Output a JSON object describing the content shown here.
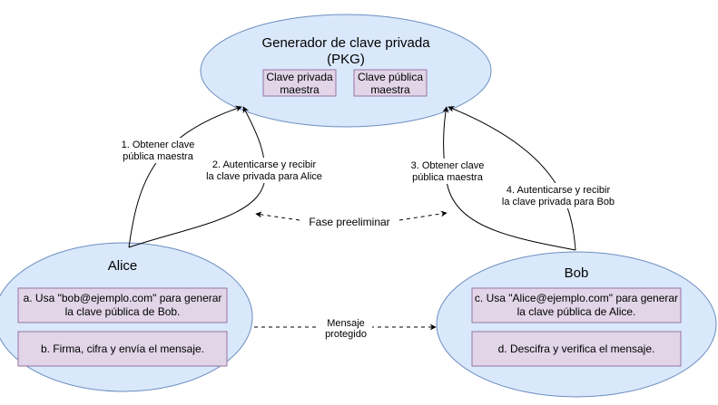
{
  "pkg": {
    "title_line1": "Generador de clave privada",
    "title_line2": "(PKG)",
    "box_private_line1": "Clave privada",
    "box_private_line2": "maestra",
    "box_public_line1": "Clave pública",
    "box_public_line2": "maestra"
  },
  "alice": {
    "name": "Alice",
    "step_a_line1": "a. Usa \"bob@ejemplo.com\" para generar",
    "step_a_line2": "la clave pública de Bob.",
    "step_b": "b. Firma, cifra y envía el mensaje."
  },
  "bob": {
    "name": "Bob",
    "step_c_line1": "c. Usa \"Alice@ejemplo.com\" para generar",
    "step_c_line2": "la clave pública de Alice.",
    "step_d": "d. Descifra y verifica el mensaje."
  },
  "edges": {
    "e1_line1": "1. Obtener clave",
    "e1_line2": "pública maestra",
    "e2_line1": "2. Autenticarse y recibir",
    "e2_line2": "la clave privada para Alice",
    "e3_line1": "3. Obtener clave",
    "e3_line2": "pública maestra",
    "e4_line1": "4. Autenticarse y recibir",
    "e4_line2": "la clave privada para Bob",
    "phase": "Fase preeliminar",
    "msg_line1": "Mensaje",
    "msg_line2": "protegido"
  },
  "colors": {
    "ellipse_fill": "#dae8fc",
    "ellipse_stroke": "#6c8ebf",
    "box_fill": "#e1d5e7",
    "box_stroke": "#9673a6"
  }
}
